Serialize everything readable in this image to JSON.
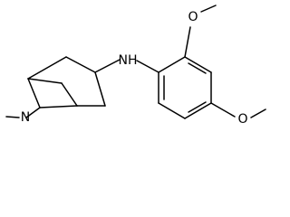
{
  "molecule": {
    "atoms": {
      "bridge_n": "N",
      "amine_nh": "NH",
      "methoxy_o_top": "O",
      "methoxy_o_bottom": "O"
    },
    "colors": {
      "bond": "#000000",
      "label": "#000000",
      "background": "#ffffff"
    }
  }
}
